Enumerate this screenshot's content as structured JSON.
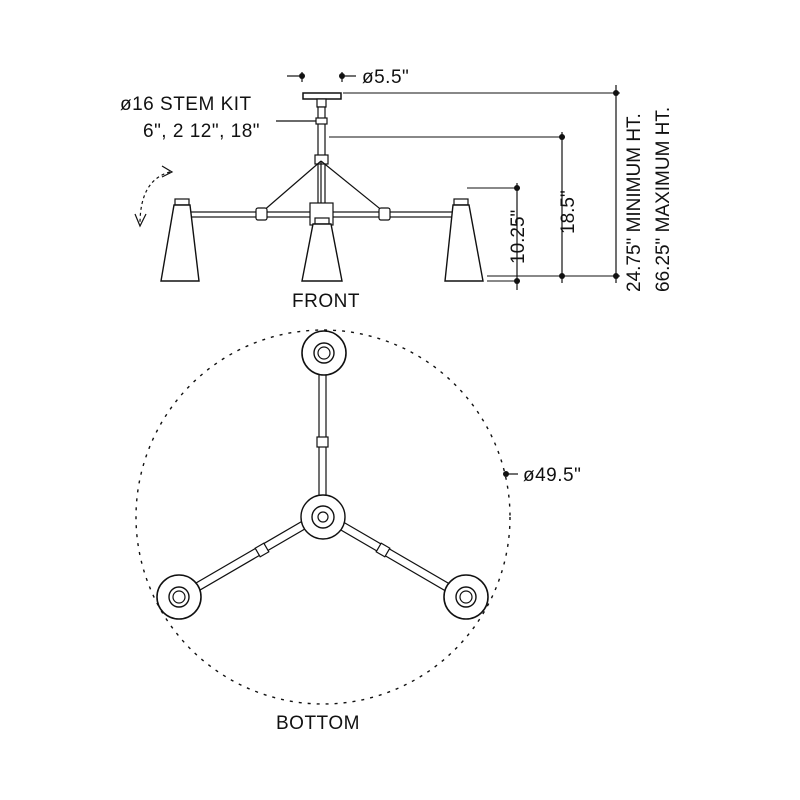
{
  "labels": {
    "canopy_diameter": "ø5.5\"",
    "stem_kit_title": "ø16 STEM KIT",
    "stem_kit_lengths": "6\", 2 12\",  18\"",
    "dim_arm_height": "10.25\"",
    "dim_body_height": "18.5\"",
    "min_height": "24.75\" MINIMUM HT.",
    "max_height": "66.25\" MAXIMUM HT.",
    "front_view": "FRONT",
    "spread_diameter": "ø49.5\"",
    "bottom_view": "BOTTOM"
  },
  "colors": {
    "line": "#111111",
    "background": "#ffffff"
  }
}
